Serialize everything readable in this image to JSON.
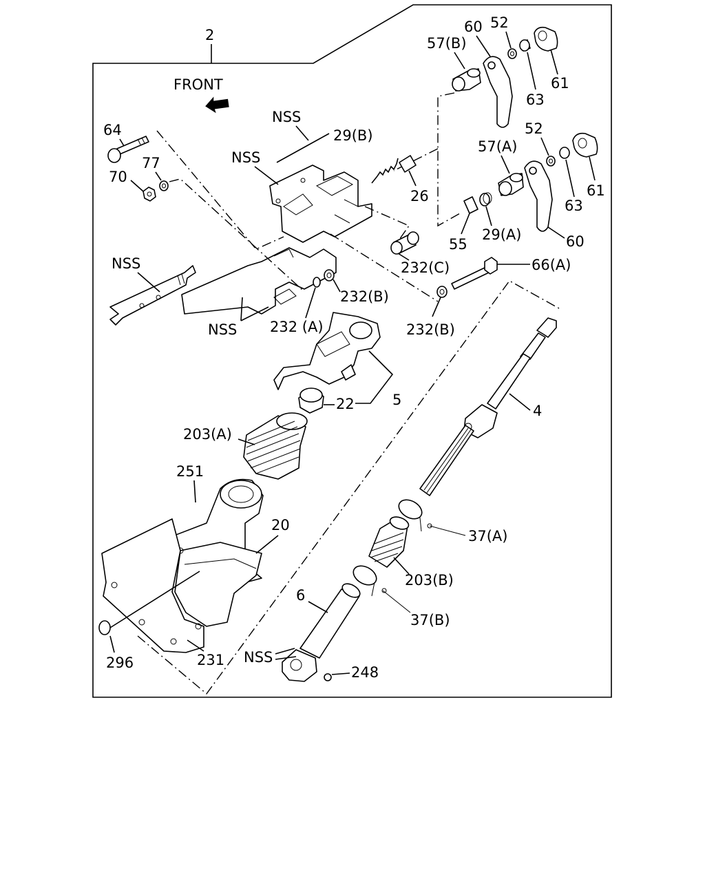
{
  "diagram": {
    "front_label": "FRONT",
    "labels": {
      "l2": "2",
      "l57b": "57(B)",
      "l60a": "60",
      "l52a": "52",
      "l61a": "61",
      "l63a": "63",
      "l64": "64",
      "l77": "77",
      "l70": "70",
      "lnss1": "NSS",
      "lnss2": "NSS",
      "l29b": "29(B)",
      "l26": "26",
      "l52b": "52",
      "l57a": "57(A)",
      "l61b": "61",
      "l63b": "63",
      "l55": "55",
      "l29a": "29(A)",
      "l60b": "60",
      "lnss3": "NSS",
      "l232c": "232(C)",
      "l66a": "66(A)",
      "l232b1": "232(B)",
      "lnss4": "NSS",
      "l232a": "232 (A)",
      "l232b2": "232(B)",
      "l22": "22",
      "l5": "5",
      "l4": "4",
      "l203a": "203(A)",
      "l251": "251",
      "l20": "20",
      "l37a": "37(A)",
      "l203b": "203(B)",
      "l6": "6",
      "l37b": "37(B)",
      "lnss5": "NSS",
      "l248": "248",
      "l296": "296",
      "l231": "231"
    }
  }
}
